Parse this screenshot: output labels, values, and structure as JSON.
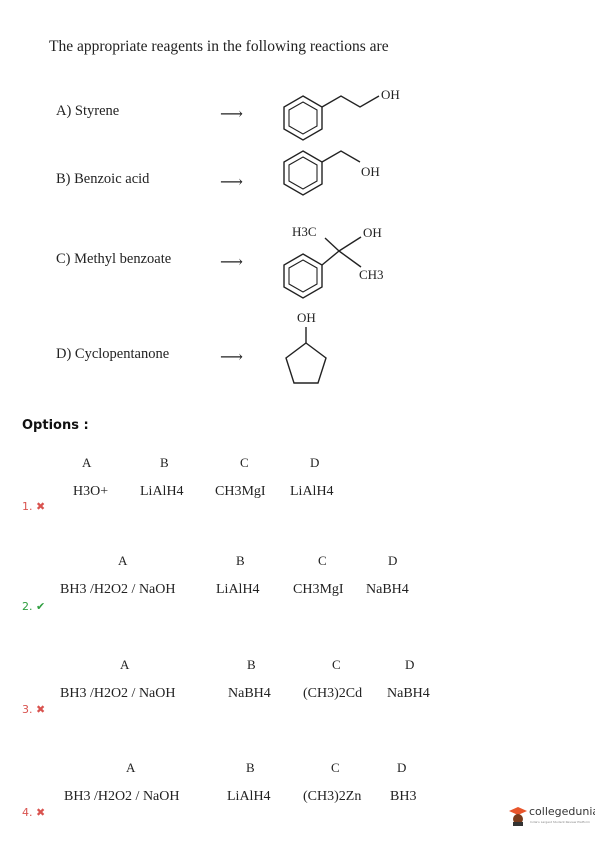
{
  "question": "The appropriate reagents in the following reactions are",
  "reactions": [
    {
      "label": "A)  Styrene",
      "arrow": "⟶",
      "product_labels": [
        "OH"
      ]
    },
    {
      "label": "B)  Benzoic acid",
      "arrow": "⟶",
      "product_labels": [
        "OH"
      ]
    },
    {
      "label": "C)  Methyl benzoate",
      "arrow": "⟶",
      "product_labels": [
        "H3C",
        "OH",
        "CH3"
      ]
    },
    {
      "label": "D)  Cyclopentanone",
      "arrow": "⟶",
      "product_labels": [
        "OH"
      ]
    }
  ],
  "options_label": "Options :",
  "options": [
    {
      "num": "1.",
      "mark": "✖",
      "status": "wrong",
      "headers": [
        "A",
        "B",
        "C",
        "D"
      ],
      "values": [
        "H3O+",
        "LiAlH4",
        "CH3MgI",
        "LiAlH4"
      ]
    },
    {
      "num": "2.",
      "mark": "✔",
      "status": "correct",
      "headers": [
        "A",
        "B",
        "C",
        "D"
      ],
      "values": [
        "BH3 /H2O2 / NaOH",
        "LiAlH4",
        "CH3MgI",
        "NaBH4"
      ]
    },
    {
      "num": "3.",
      "mark": "✖",
      "status": "wrong",
      "headers": [
        "A",
        "B",
        "C",
        "D"
      ],
      "values": [
        "BH3 /H2O2 / NaOH",
        "NaBH4",
        "(CH3)2Cd",
        "NaBH4"
      ]
    },
    {
      "num": "4.",
      "mark": "✖",
      "status": "wrong",
      "headers": [
        "A",
        "B",
        "C",
        "D"
      ],
      "values": [
        "BH3 /H2O2 / NaOH",
        "LiAlH4",
        "(CH3)2Zn",
        "BH3"
      ]
    }
  ],
  "brand": {
    "name": "collegedunia",
    "tagline": "India's Largest Student Review Platform",
    "accent": "#e8552b"
  }
}
